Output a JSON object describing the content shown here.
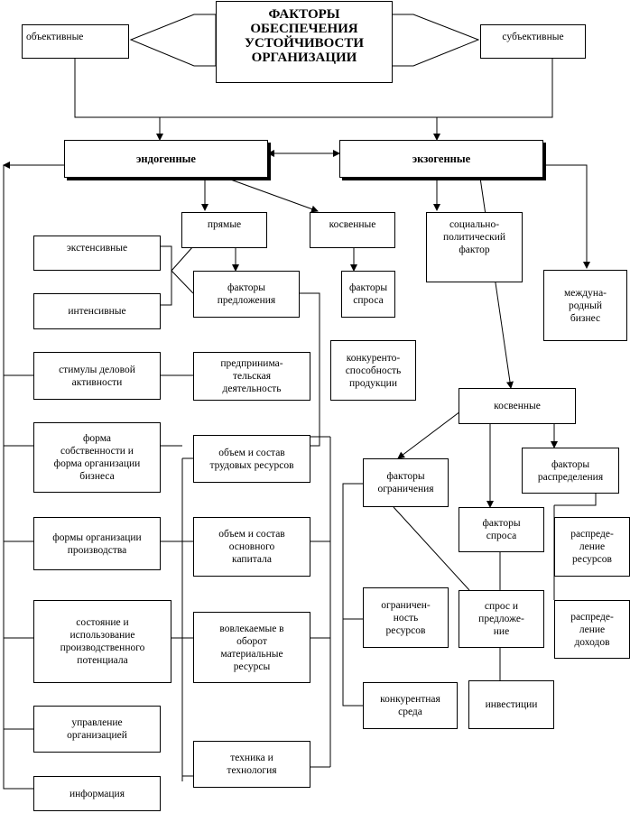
{
  "diagram": {
    "title": "ФАКТОРЫ\nОБЕСПЕЧЕНИЯ\nУСТОЙЧИВОСТИ\nОРГАНИЗАЦИИ",
    "objective": "объективные",
    "subjective": "субъективные",
    "endogenous": "эндогенные",
    "exogenous": "экзогенные",
    "direct": "прямые",
    "indirect_endo": "косвенные",
    "extensive": "экстенсивные",
    "intensive": "интенсивные",
    "supply_factors": "факторы\nпредложения",
    "demand_factors_endo": "факторы\nспроса",
    "socio_political": "социально-\nполитический\nфактор",
    "international_business": "междуна-\nродный\nбизнес",
    "business_stimuli": "стимулы деловой\nактивности",
    "entrepreneurial": "предпринима-\nтельская\nдеятельность",
    "competitiveness": "конкуренто-\nспособность\nпродукции",
    "indirect_exo": "косвенные",
    "ownership_form": "форма\nсобственности и\nформа организации\nбизнеса",
    "labor_resources": "объем и состав\nтрудовых ресурсов",
    "constraint_factors": "факторы\nограничения",
    "distribution_factors": "факторы\nраспределения",
    "production_forms": "формы организации\nпроизводства",
    "fixed_capital": "объем и состав\nосновного\nкапитала",
    "demand_factors_exo": "факторы\nспроса",
    "resource_distribution": "распреде-\nление\nресурсов",
    "production_potential": "состояние и\nиспользование\nпроизводственного\nпотенциала",
    "material_resources": "вовлекаемые в\nоборот\nматериальные\nресурсы",
    "limited_resources": "ограничен-\nность\nресурсов",
    "supply_demand": "спрос и\nпредложе-\nние",
    "income_distribution": "распреде-\nление\nдоходов",
    "management": "управление\nорганизацией",
    "competitive_env": "конкурентная\nсреда",
    "investments": "инвестиции",
    "technology": "техника и\nтехнология",
    "information": "информация"
  }
}
